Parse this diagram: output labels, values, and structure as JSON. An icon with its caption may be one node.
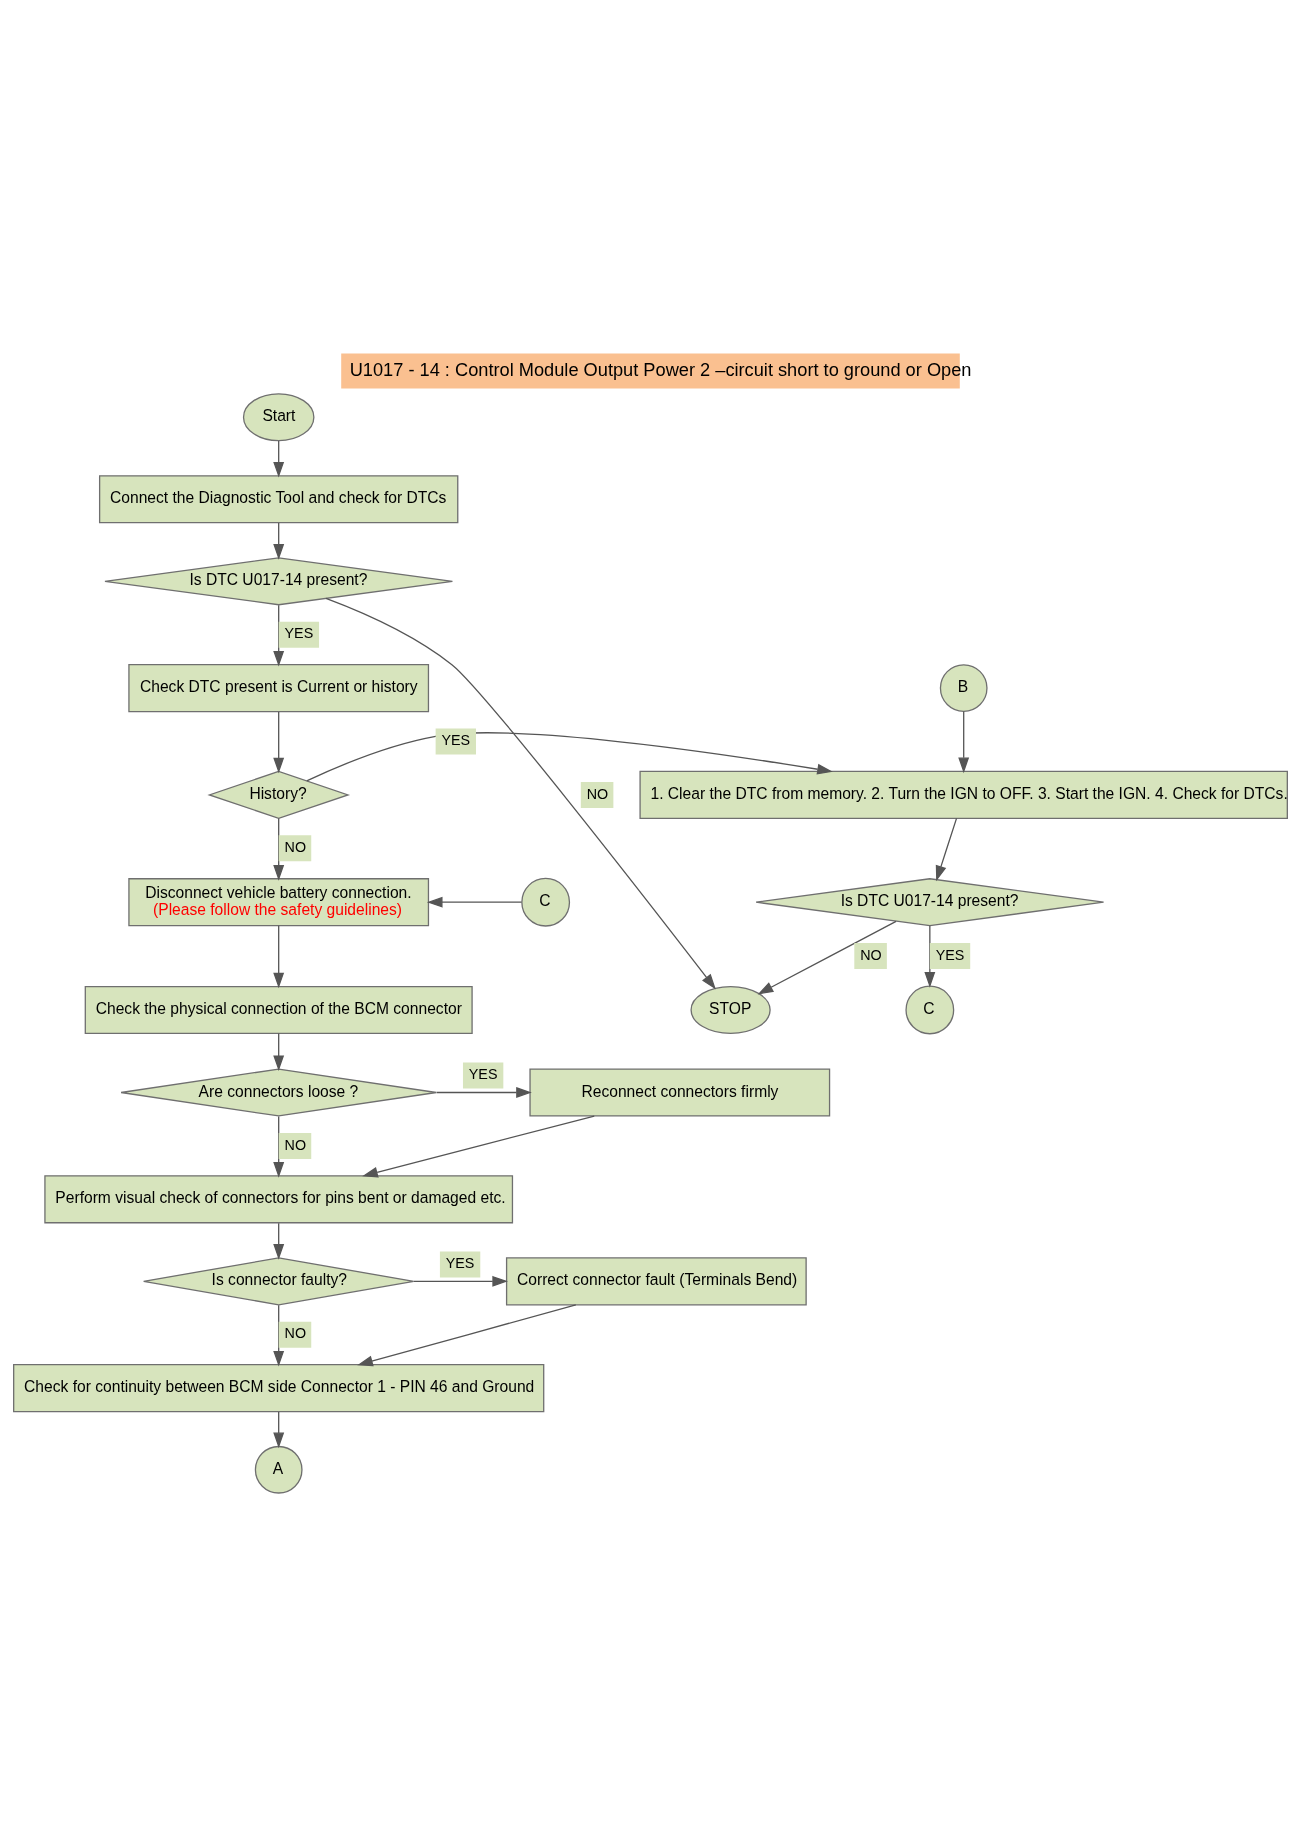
{
  "diagram": {
    "title": "U1017 - 14 : Control Module Output Power 2 –circuit short to ground or Open",
    "nodes": [
      {
        "text": [
          "Start"
        ]
      },
      {
        "text": [
          "Connect the Diagnostic Tool and check for DTCs"
        ]
      },
      {
        "text": [
          "Is DTC U017-14 present?"
        ]
      },
      {
        "text": [
          "Check DTC present is Current or history"
        ]
      },
      {
        "text": [
          "History?"
        ]
      },
      {
        "text": [
          "C"
        ]
      },
      {
        "text": [
          "1. Clear the DTC from memory. 2. Turn the IGN to OFF. 3. Start the IGN. 4. Check for DTCs."
        ]
      },
      {
        "text": [
          "Disconnect vehicle battery connection.",
          "(Please follow the safety guidelines)"
        ]
      },
      {
        "text": [
          "Is DTC U017-14 present?"
        ]
      },
      {
        "text": [
          "Check the physical connection of the BCM connector"
        ]
      },
      {
        "text": [
          "B"
        ]
      },
      {
        "text": [
          "C"
        ]
      },
      {
        "text": [
          "STOP"
        ]
      },
      {
        "text": [
          "Are connectors loose ?"
        ]
      },
      {
        "text": [
          "Reconnect connectors firmly"
        ]
      },
      {
        "text": [
          "Perform visual check of connectors for pins bent or damaged etc."
        ]
      },
      {
        "text": [
          "Is connector faulty?"
        ]
      },
      {
        "text": [
          "Correct connector fault (Terminals Bend)"
        ]
      },
      {
        "text": [
          "Check for continuity between BCM side Connector 1 - PIN 46 and Ground"
        ]
      },
      {
        "text": [
          "A"
        ]
      }
    ],
    "edges": [
      {
        "from": 0,
        "to": 1,
        "arrow": "to"
      },
      {
        "from": 1,
        "to": 2,
        "arrow": "to"
      },
      {
        "from": 2,
        "to": 3,
        "arrow": "to",
        "label": "YES"
      },
      {
        "from": 2,
        "to": 12,
        "arrow": "to",
        "label": "NO"
      },
      {
        "from": 3,
        "to": 4,
        "arrow": "to"
      },
      {
        "from": 4,
        "to": 6,
        "arrow": "to",
        "label": "YES"
      },
      {
        "from": 4,
        "to": 7,
        "arrow": "to",
        "label": "NO"
      },
      {
        "from": 5,
        "to": 7,
        "arrow": "to"
      },
      {
        "from": 6,
        "to": 8,
        "arrow": "to"
      },
      {
        "from": 8,
        "to": 12,
        "arrow": "to",
        "label": "NO"
      },
      {
        "from": 8,
        "to": 11,
        "arrow": "to",
        "label": "YES"
      },
      {
        "from": 10,
        "to": 6,
        "arrow": "to"
      },
      {
        "from": 7,
        "to": 9,
        "arrow": "to"
      },
      {
        "from": 9,
        "to": 13,
        "arrow": "to"
      },
      {
        "from": 13,
        "to": 14,
        "arrow": "to",
        "label": "YES"
      },
      {
        "from": 13,
        "to": 15,
        "arrow": "to",
        "label": "NO"
      },
      {
        "from": 14,
        "to": 15,
        "arrow": "to"
      },
      {
        "from": 15,
        "to": 16,
        "arrow": "to"
      },
      {
        "from": 16,
        "to": 17,
        "arrow": "to",
        "label": "YES"
      },
      {
        "from": 16,
        "to": 18,
        "arrow": "to",
        "label": "NO"
      },
      {
        "from": 17,
        "to": 18,
        "arrow": "to"
      },
      {
        "from": 18,
        "to": 19,
        "arrow": "to"
      }
    ]
  }
}
